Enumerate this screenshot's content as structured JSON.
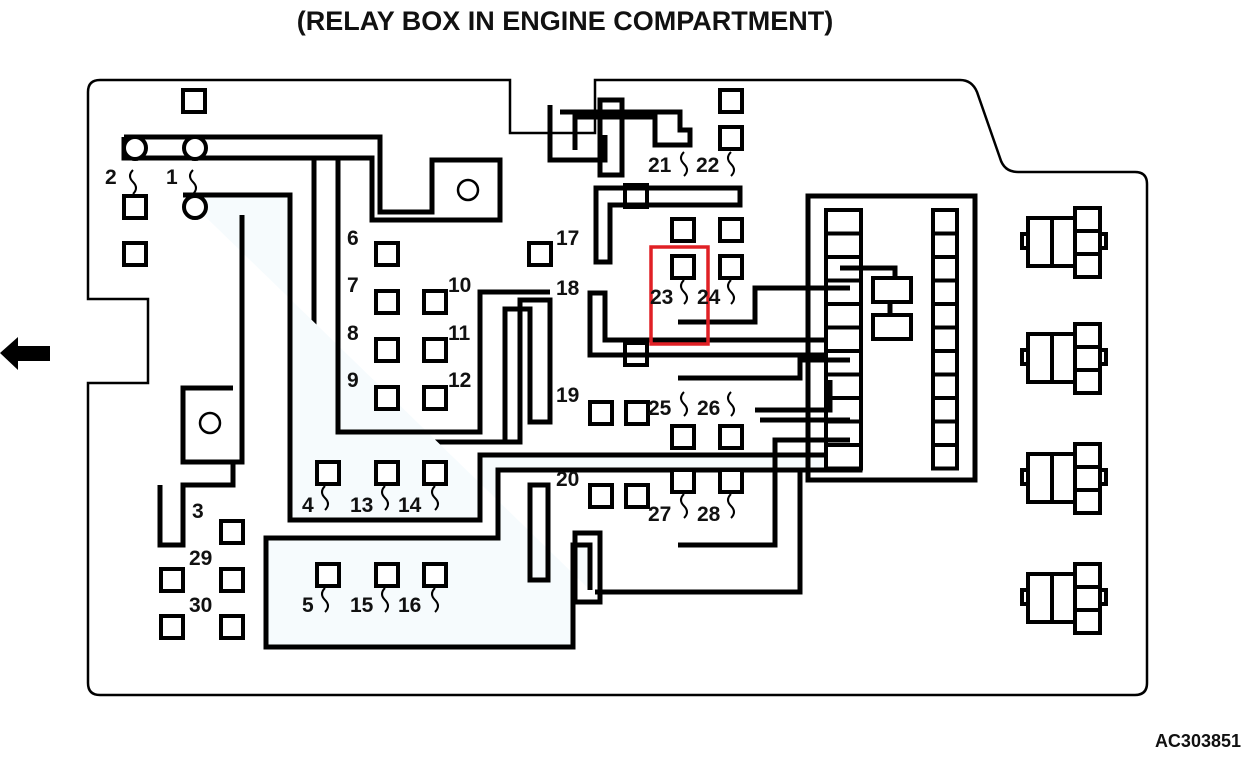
{
  "title": "(RELAY BOX IN ENGINE COMPARTMENT)",
  "figure_id": "AC303851",
  "highlight": {
    "fuses": [
      "23",
      "24"
    ],
    "color": "#e02025"
  },
  "direction_arrow": {
    "icon": "arrow-left-icon",
    "meaning": "front of vehicle"
  },
  "fuse_labels": [
    "1",
    "2",
    "3",
    "4",
    "5",
    "6",
    "7",
    "8",
    "9",
    "10",
    "11",
    "12",
    "13",
    "14",
    "15",
    "16",
    "17",
    "18",
    "19",
    "20",
    "21",
    "22",
    "23",
    "24",
    "25",
    "26",
    "27",
    "28",
    "29",
    "30"
  ],
  "connector_count_right": 4
}
